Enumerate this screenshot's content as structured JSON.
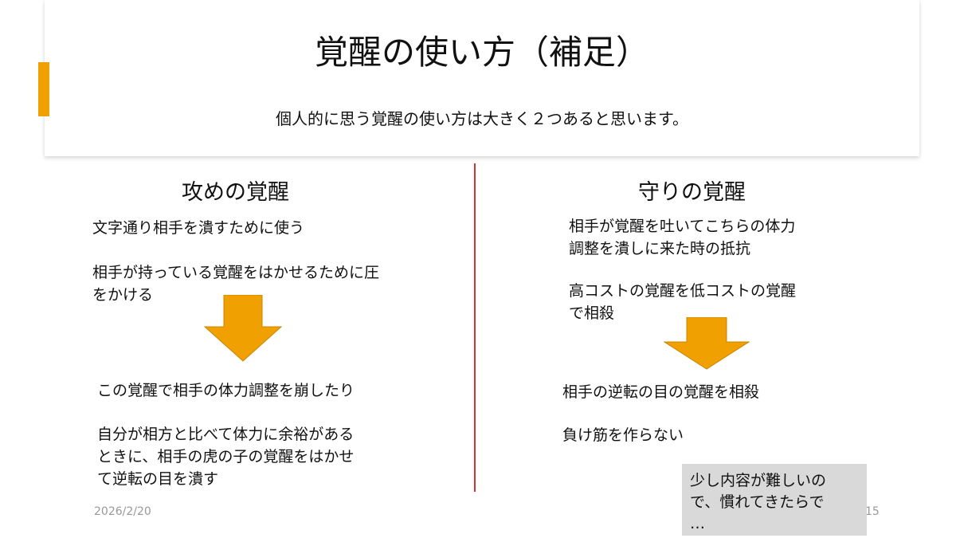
{
  "slide": {
    "title": "覚醒の使い方（補足）",
    "subtitle": "個人的に思う覚醒の使い方は大きく２つあると思います。",
    "accent_color": "#f0a000",
    "divider_color": "#d83030"
  },
  "left": {
    "heading": "攻めの覚醒",
    "point1": "文字通り相手を潰すために使う",
    "point2": "相手が持っている覚醒をはかせるために圧\nをかける",
    "arrow_icon": "down-arrow-icon",
    "result1": "この覚醒で相手の体力調整を崩したり",
    "result2": "自分が相方と比べて体力に余裕がある\nときに、相手の虎の子の覚醒をはかせ\nて逆転の目を潰す"
  },
  "right": {
    "heading": "守りの覚醒",
    "point1": "相手が覚醒を吐いてこちらの体力\n調整を潰しに来た時の抵抗",
    "point2": "高コストの覚醒を低コストの覚醒\nで相殺",
    "arrow_icon": "down-arrow-icon",
    "result1": "相手の逆転の目の覚醒を相殺",
    "result2": "負け筋を作らない"
  },
  "footer": {
    "date": "2026/2/20",
    "page_number": "15"
  },
  "note": {
    "text": "少し内容が難しいの\nで、慣れてきたらで\n…"
  }
}
